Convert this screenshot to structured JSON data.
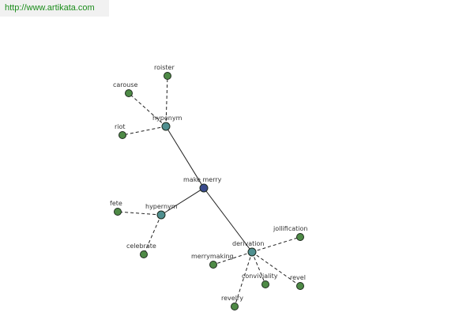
{
  "header": {
    "url": "http://www.artikata.com"
  },
  "colors": {
    "root": "#3a4a8c",
    "relation": "#4f8f8f",
    "leaf": "#4e8a46"
  },
  "graph": {
    "nodes": [
      {
        "id": "make_merry",
        "label": "make merry",
        "kind": "root"
      },
      {
        "id": "hyponym",
        "label": "hyponym",
        "kind": "relation"
      },
      {
        "id": "hypernym",
        "label": "hypernym",
        "kind": "relation"
      },
      {
        "id": "derivation",
        "label": "derivation",
        "kind": "relation"
      },
      {
        "id": "roister",
        "label": "roister",
        "kind": "leaf"
      },
      {
        "id": "carouse",
        "label": "carouse",
        "kind": "leaf"
      },
      {
        "id": "riot",
        "label": "riot",
        "kind": "leaf"
      },
      {
        "id": "fete",
        "label": "fete",
        "kind": "leaf"
      },
      {
        "id": "celebrate",
        "label": "celebrate",
        "kind": "leaf"
      },
      {
        "id": "jollification",
        "label": "jollification",
        "kind": "leaf"
      },
      {
        "id": "merrymaking",
        "label": "merrymaking",
        "kind": "leaf"
      },
      {
        "id": "conviviality",
        "label": "conviviality",
        "kind": "leaf"
      },
      {
        "id": "revel",
        "label": "revel",
        "kind": "leaf"
      },
      {
        "id": "revelry",
        "label": "revelry",
        "kind": "leaf"
      }
    ],
    "edges": [
      {
        "from": "make_merry",
        "to": "hyponym",
        "style": "solid"
      },
      {
        "from": "make_merry",
        "to": "hypernym",
        "style": "solid"
      },
      {
        "from": "make_merry",
        "to": "derivation",
        "style": "solid"
      },
      {
        "from": "hyponym",
        "to": "roister",
        "style": "dashed"
      },
      {
        "from": "hyponym",
        "to": "carouse",
        "style": "dashed"
      },
      {
        "from": "hyponym",
        "to": "riot",
        "style": "dashed"
      },
      {
        "from": "hypernym",
        "to": "fete",
        "style": "dashed"
      },
      {
        "from": "hypernym",
        "to": "celebrate",
        "style": "dashed"
      },
      {
        "from": "derivation",
        "to": "jollification",
        "style": "dashed"
      },
      {
        "from": "derivation",
        "to": "merrymaking",
        "style": "dashed"
      },
      {
        "from": "derivation",
        "to": "conviviality",
        "style": "dashed"
      },
      {
        "from": "derivation",
        "to": "revel",
        "style": "dashed"
      },
      {
        "from": "derivation",
        "to": "revelry",
        "style": "dashed"
      }
    ]
  }
}
